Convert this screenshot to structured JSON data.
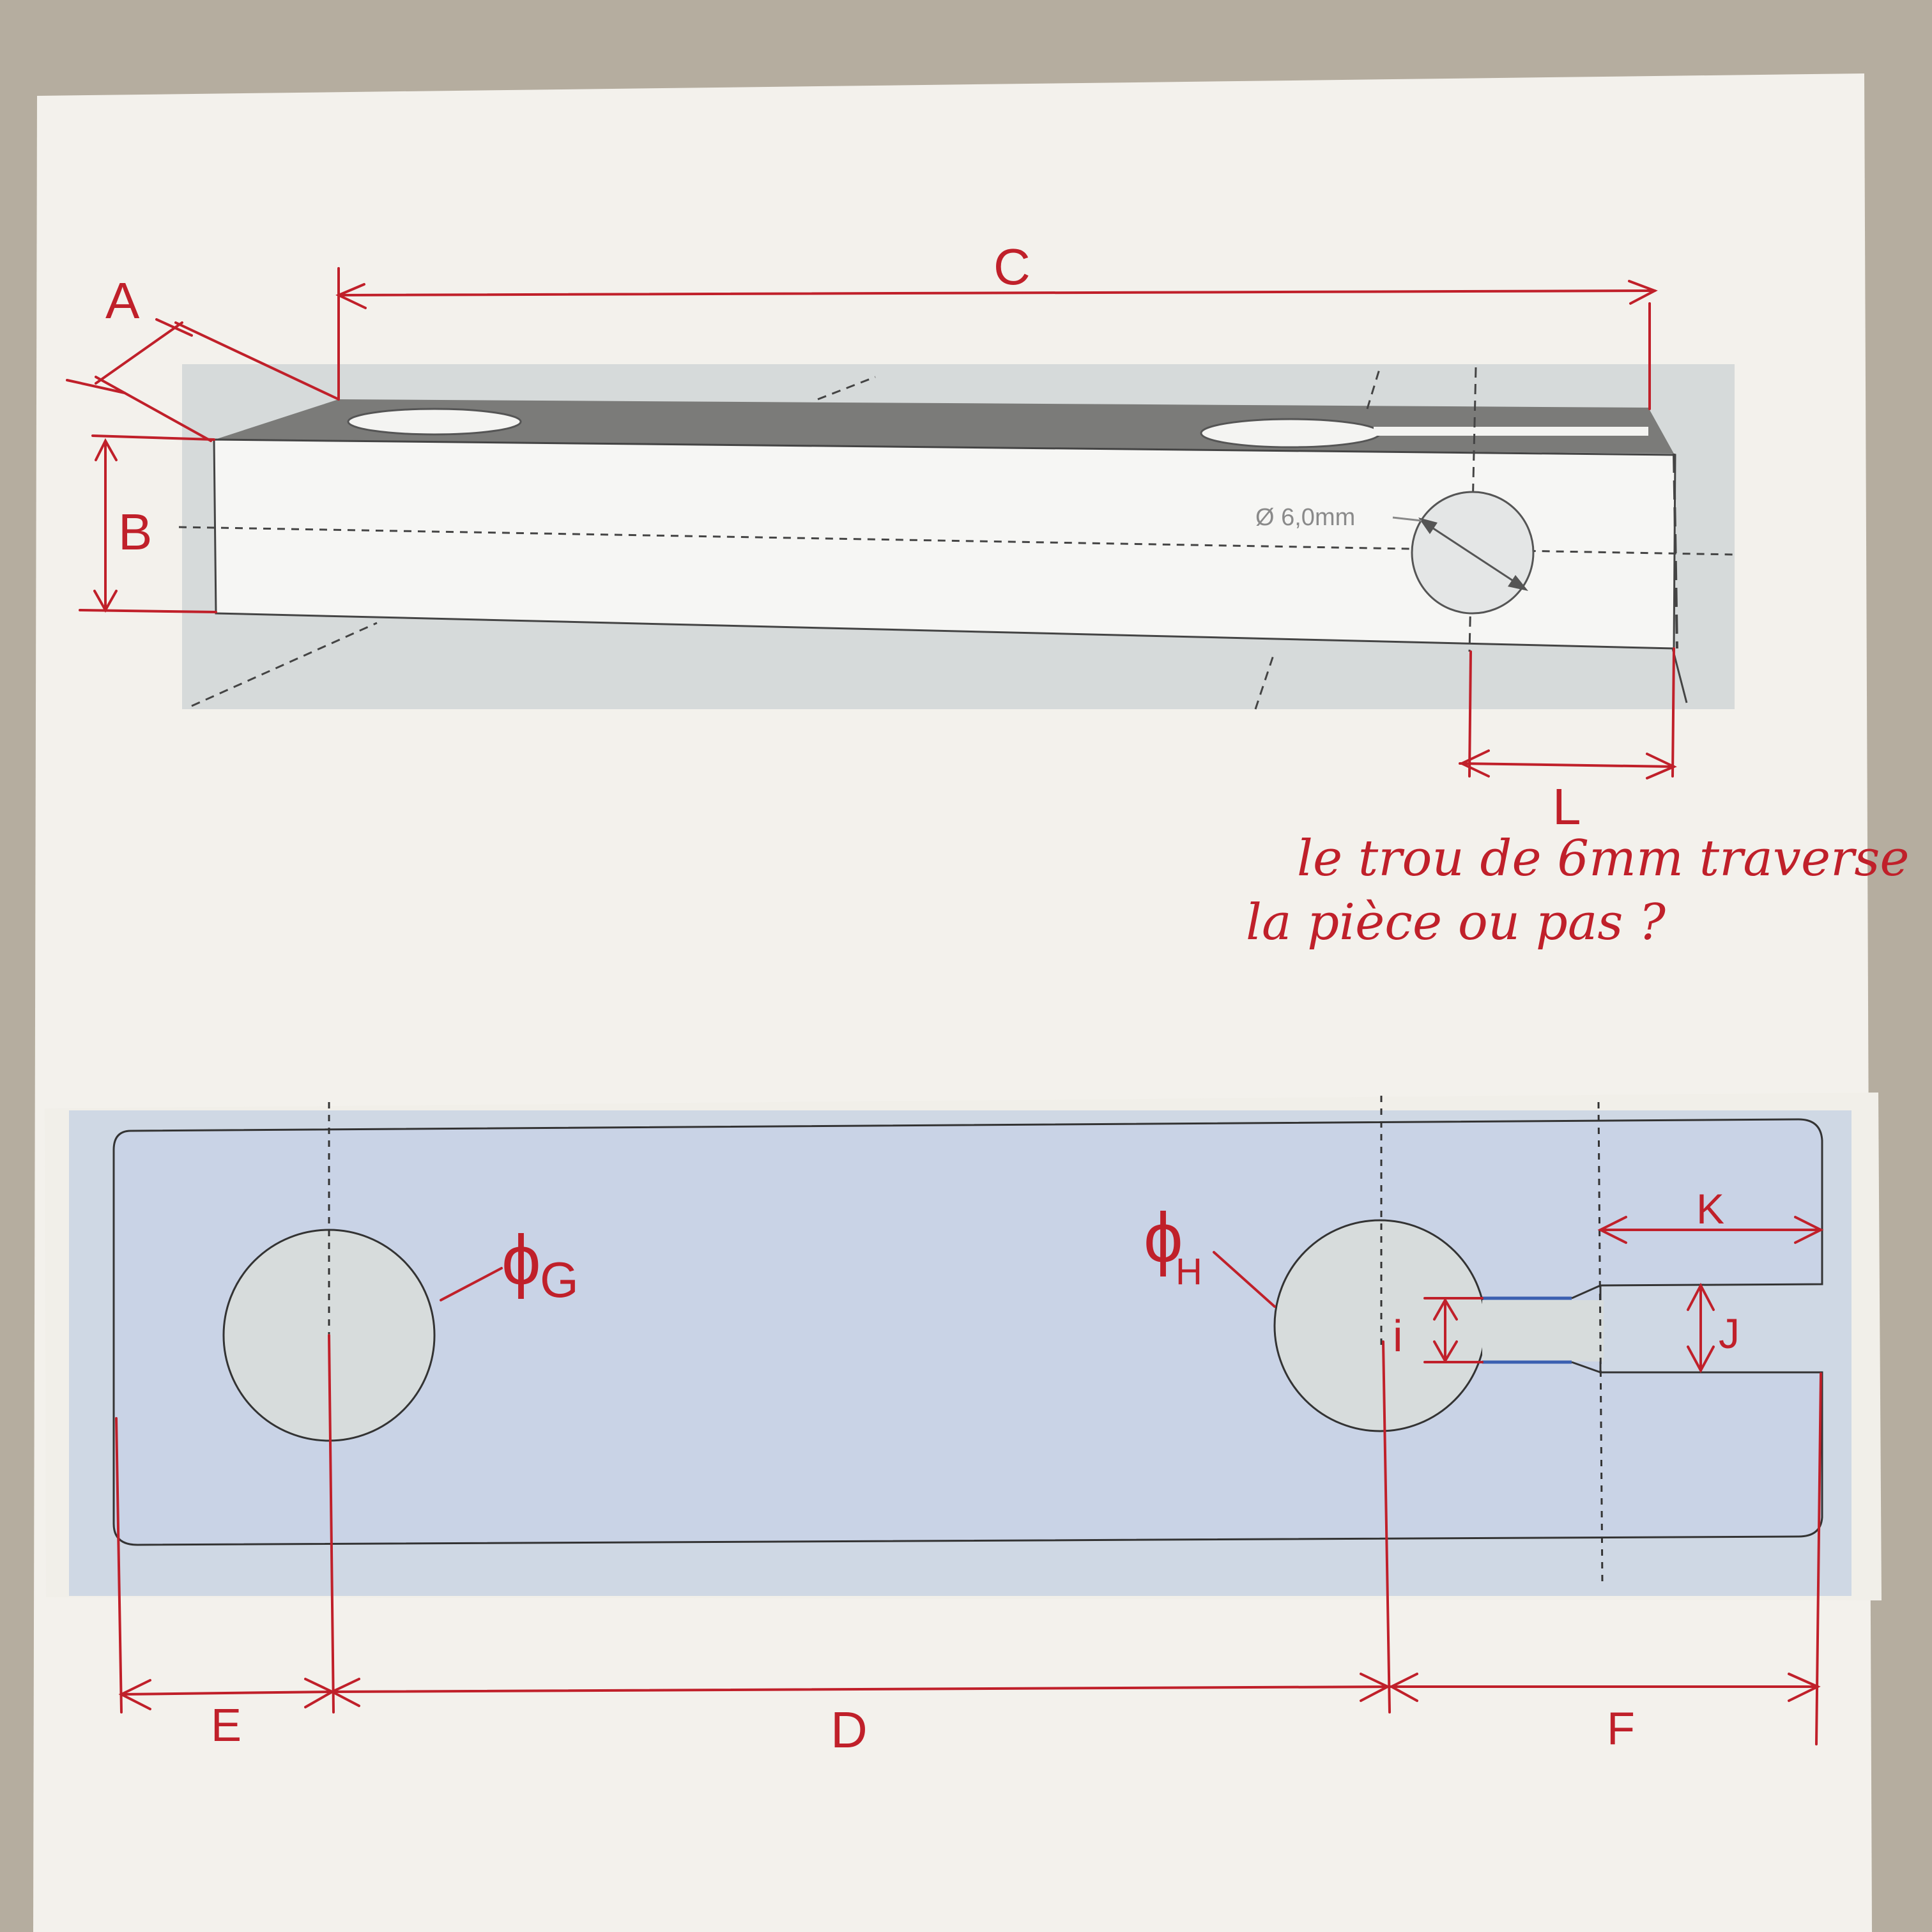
{
  "top_view": {
    "dimensions": {
      "A": "A",
      "B": "B",
      "C": "C",
      "L": "L"
    },
    "hole_callout": "Ø 6,0mm",
    "handwritten_question": {
      "line1": "le trou de 6mm traverse",
      "line2": "la pièce ou pas ?"
    }
  },
  "bottom_view": {
    "dimensions": {
      "D": "D",
      "E": "E",
      "F": "F",
      "G_symbol": "ϕ",
      "G": "G",
      "H_symbol": "ϕ",
      "H": "H",
      "i": "i",
      "J": "J",
      "K": "K"
    }
  },
  "colors": {
    "annotation_red": "#c0202a",
    "paper": "#f3f1ec",
    "wall": "#b5ad9f",
    "print_gray": "#d8dcdc",
    "part_face": "#7b7b79",
    "blueprint_blue": "#c9d3e6"
  }
}
